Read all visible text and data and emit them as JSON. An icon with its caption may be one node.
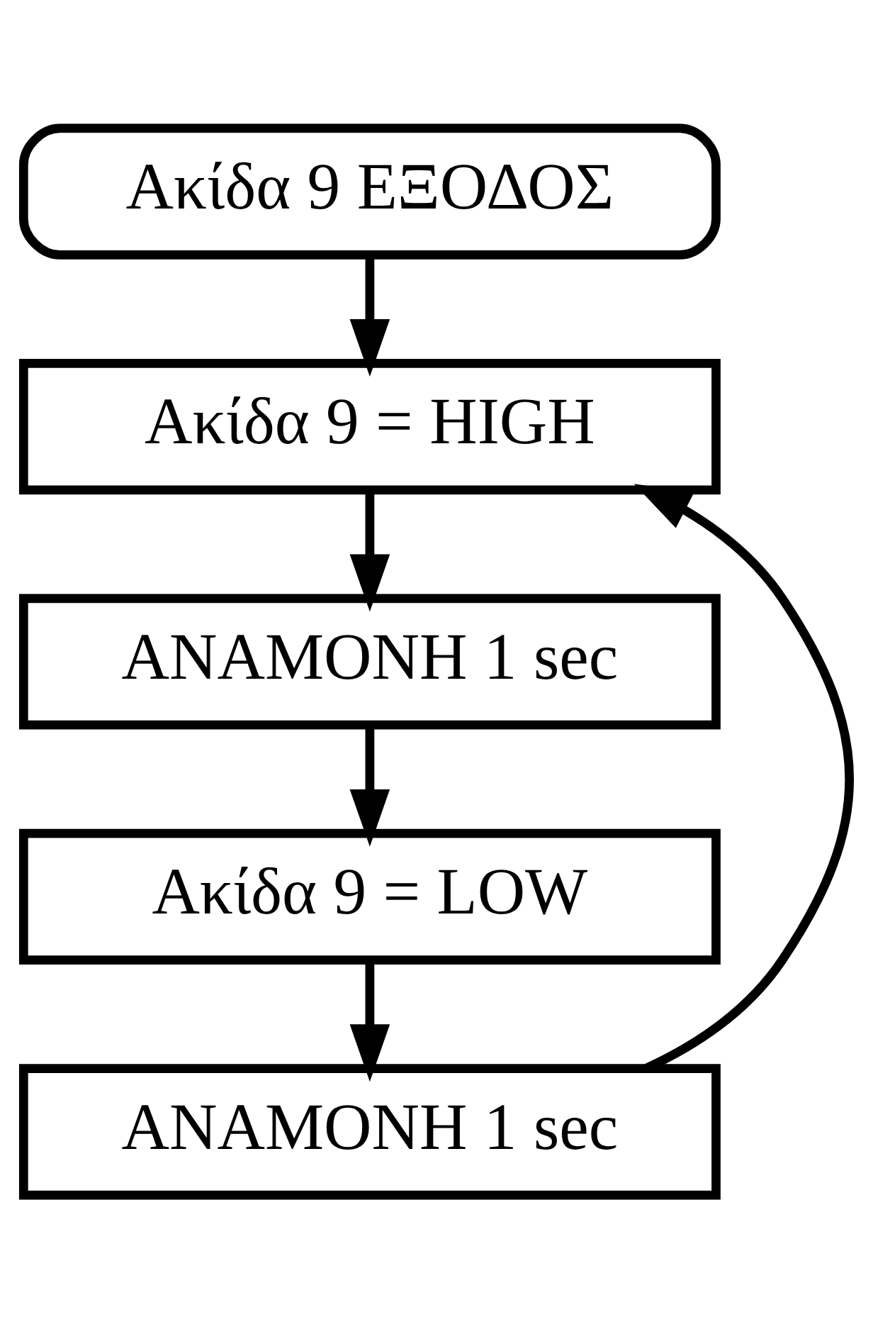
{
  "diagram": {
    "nodes": [
      {
        "text": [
          "Ακίδα 9 ΕΞΟΔΟΣ"
        ]
      },
      {
        "text": [
          "Ακίδα 9 = HIGH"
        ]
      },
      {
        "text": [
          "ΑΝΑΜΟΝΗ 1 sec"
        ]
      },
      {
        "text": [
          "Ακίδα 9 = LOW"
        ]
      },
      {
        "text": [
          "ΑΝΑΜΟΝΗ 1 sec"
        ]
      }
    ],
    "edges": [
      {
        "from": 0,
        "to": 1,
        "arrow": "to"
      },
      {
        "from": 1,
        "to": 2,
        "arrow": "to"
      },
      {
        "from": 2,
        "to": 3,
        "arrow": "to"
      },
      {
        "from": 3,
        "to": 4,
        "arrow": "to"
      },
      {
        "from": 4,
        "to": 1,
        "arrow": "to"
      }
    ]
  }
}
